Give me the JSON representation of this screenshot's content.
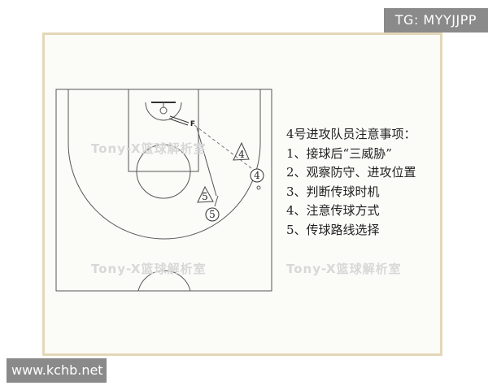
{
  "badges": {
    "top_right": "TG: MYYJJPP",
    "bottom_left": "www.kchb.net"
  },
  "notes": {
    "title": "4号进攻队员注意事项：",
    "items": [
      "1、接球后“三威胁”",
      "2、观察防守、进攻位置",
      "3、判断传球时机",
      "4、注意传球方式",
      "5、传球路线选择"
    ]
  },
  "watermark": "Tony-X篮球解析室",
  "players": {
    "defender_4": "4",
    "defender_5": "5",
    "offense_4": "4",
    "offense_5": "5",
    "ball_label": "F"
  },
  "colors": {
    "frame_border": "#e3d7b8",
    "court_line": "#555555",
    "badge_bg": "#8a8a8a"
  }
}
